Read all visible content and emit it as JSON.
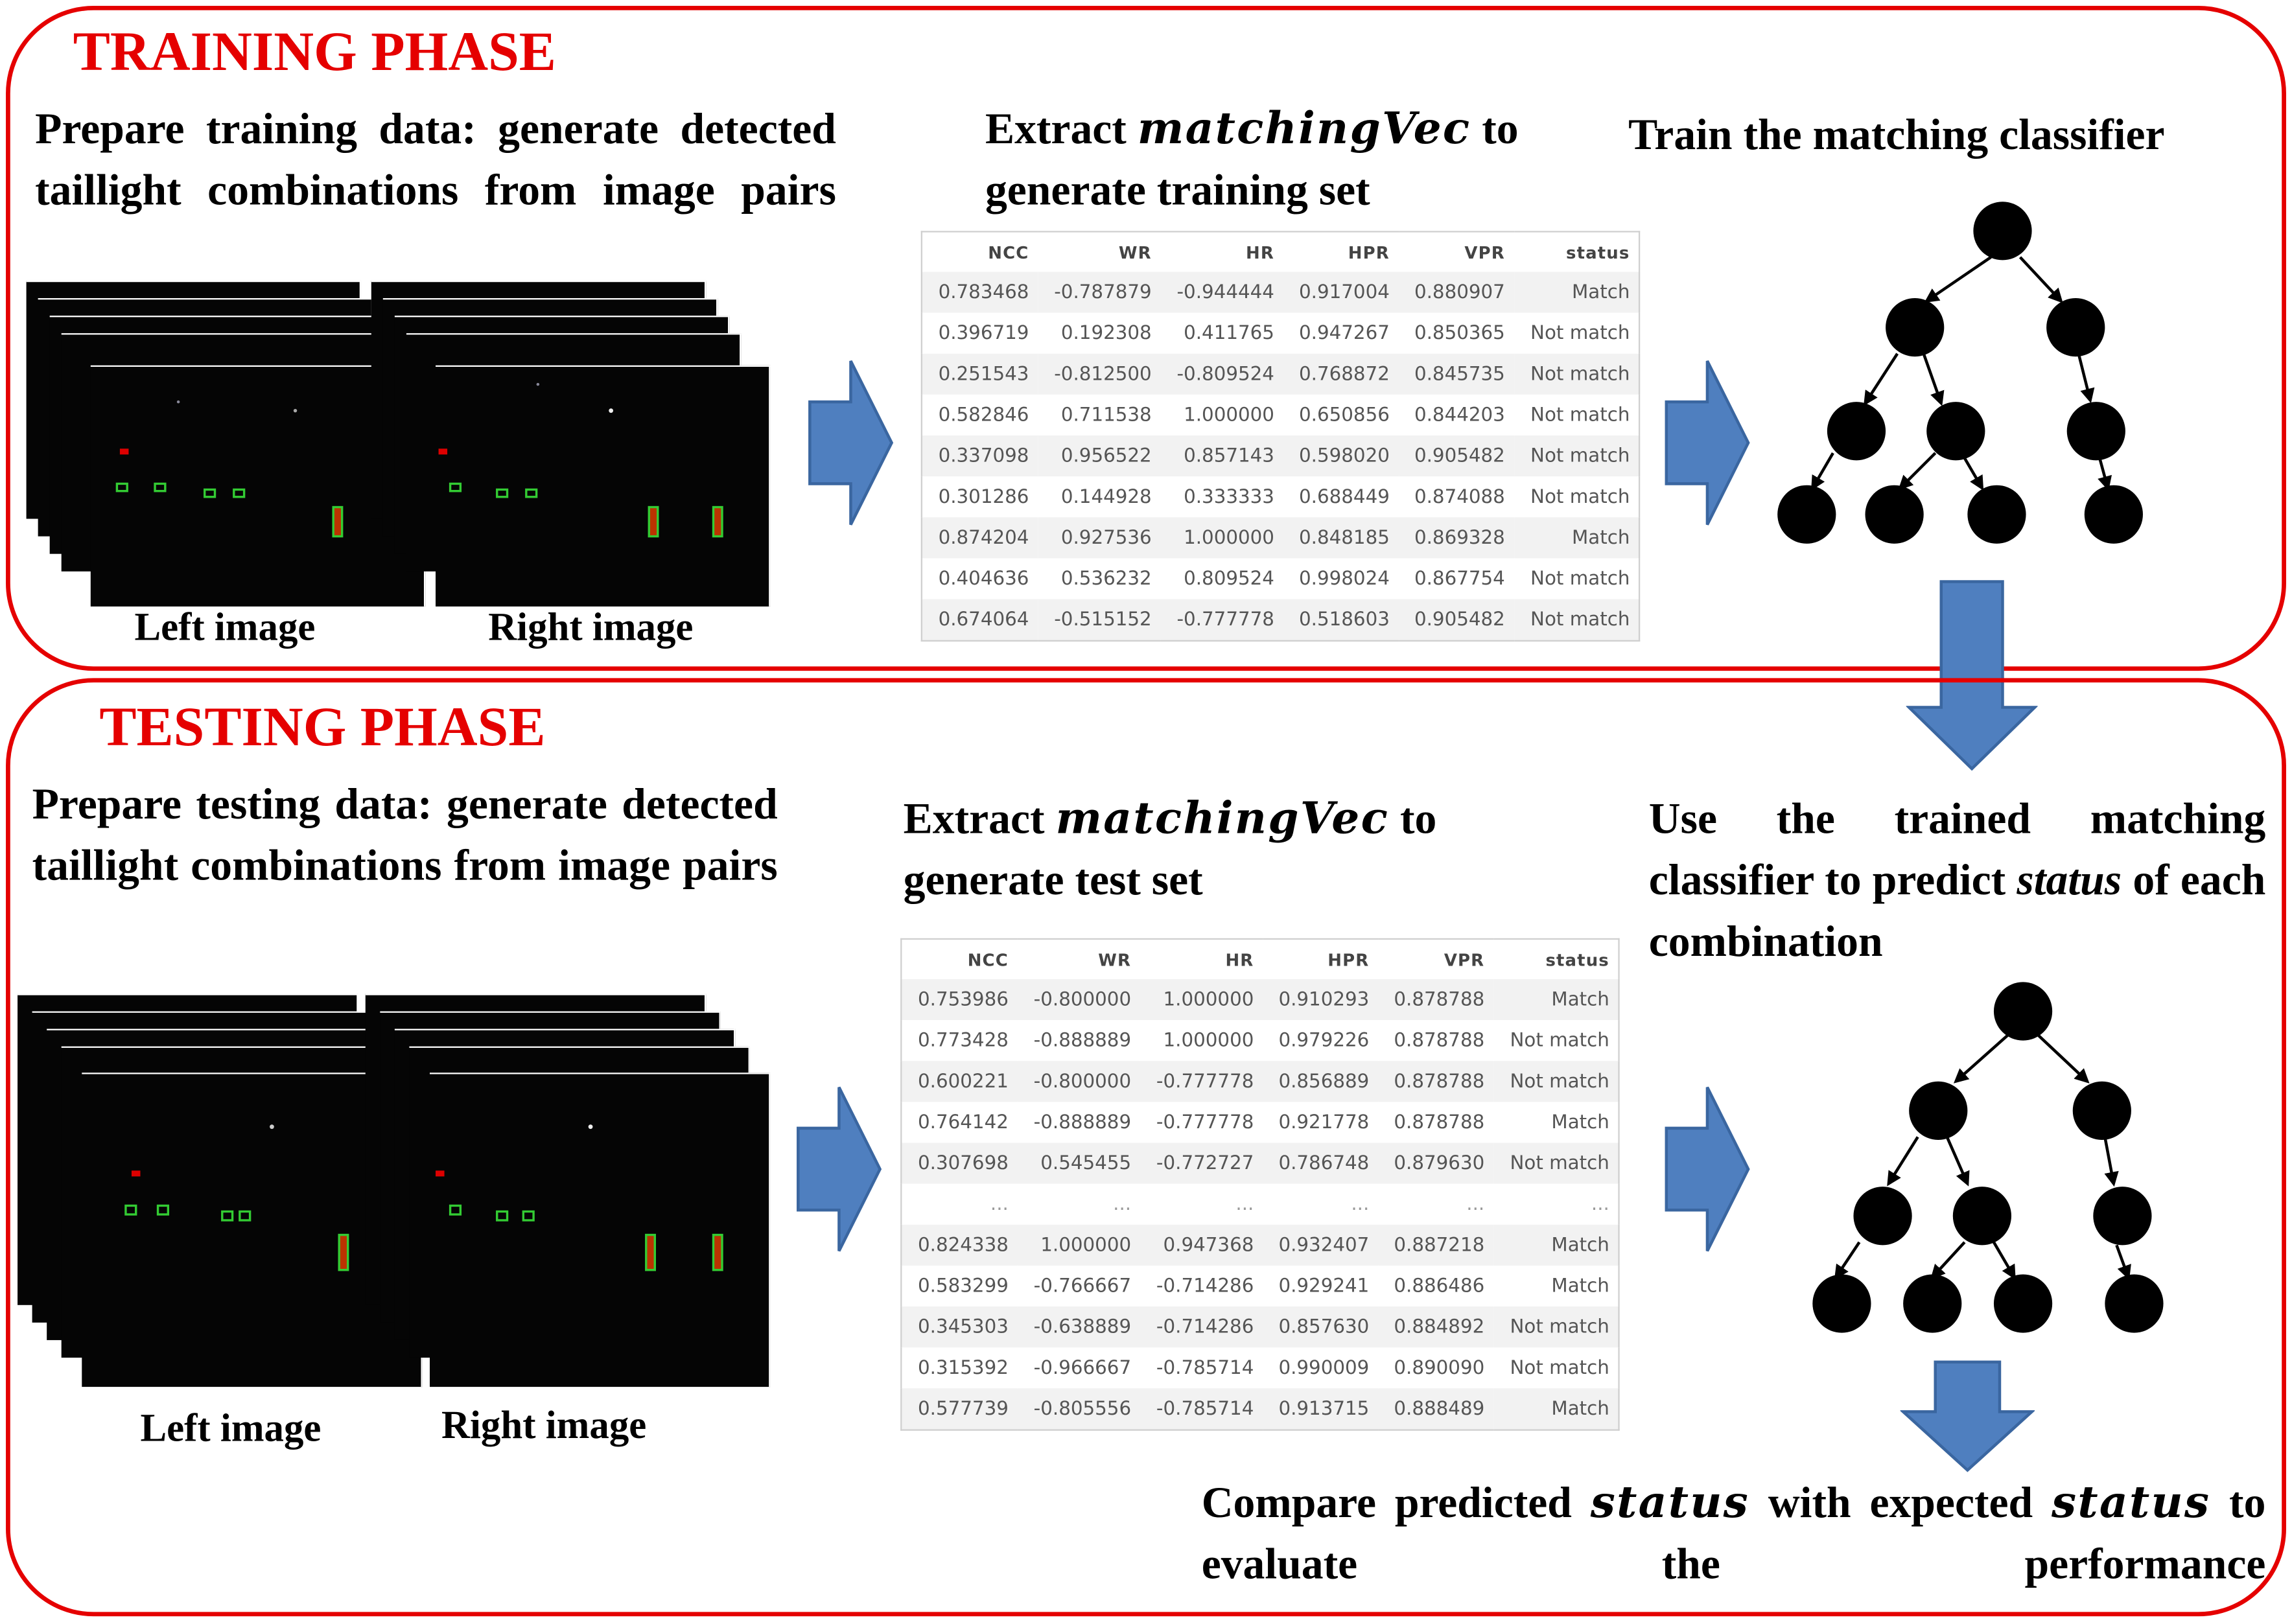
{
  "training": {
    "title": "TRAINING PHASE",
    "prepare_text": "Prepare training data: generate detected taillight combinations from image pairs",
    "extract_prefix": "Extract ",
    "extract_var": "matchingVec",
    "extract_suffix": " to generate training set",
    "train_text": "Train the matching classifier",
    "left_caption": "Left image",
    "right_caption": "Right image",
    "table": {
      "columns": [
        "NCC",
        "WR",
        "HR",
        "HPR",
        "VPR",
        "status"
      ],
      "rows": [
        [
          "0.783468",
          "-0.787879",
          "-0.944444",
          "0.917004",
          "0.880907",
          "Match"
        ],
        [
          "0.396719",
          "0.192308",
          "0.411765",
          "0.947267",
          "0.850365",
          "Not match"
        ],
        [
          "0.251543",
          "-0.812500",
          "-0.809524",
          "0.768872",
          "0.845735",
          "Not match"
        ],
        [
          "0.582846",
          "0.711538",
          "1.000000",
          "0.650856",
          "0.844203",
          "Not match"
        ],
        [
          "0.337098",
          "0.956522",
          "0.857143",
          "0.598020",
          "0.905482",
          "Not match"
        ],
        [
          "0.301286",
          "0.144928",
          "0.333333",
          "0.688449",
          "0.874088",
          "Not match"
        ],
        [
          "0.874204",
          "0.927536",
          "1.000000",
          "0.848185",
          "0.869328",
          "Match"
        ],
        [
          "0.404636",
          "0.536232",
          "0.809524",
          "0.998024",
          "0.867754",
          "Not match"
        ],
        [
          "0.674064",
          "-0.515152",
          "-0.777778",
          "0.518603",
          "0.905482",
          "Not match"
        ]
      ]
    }
  },
  "testing": {
    "title": "TESTING PHASE",
    "prepare_text": "Prepare testing data: generate detected taillight combinations from image pairs",
    "extract_prefix": "Extract ",
    "extract_var": "matchingVec",
    "extract_suffix": " to generate test set",
    "use_prefix": "Use the trained matching classifier to predict ",
    "use_var": "status",
    "use_suffix": " of each combination",
    "compare_prefix": "Compare predicted ",
    "compare_var1": "status",
    "compare_mid": " with expected ",
    "compare_var2": "status",
    "compare_suffix": " to evaluate the performance",
    "left_caption": "Left image",
    "right_caption": "Right image",
    "table": {
      "columns": [
        "NCC",
        "WR",
        "HR",
        "HPR",
        "VPR",
        "status"
      ],
      "rows": [
        [
          "0.753986",
          "-0.800000",
          "1.000000",
          "0.910293",
          "0.878788",
          "Match"
        ],
        [
          "0.773428",
          "-0.888889",
          "1.000000",
          "0.979226",
          "0.878788",
          "Not match"
        ],
        [
          "0.600221",
          "-0.800000",
          "-0.777778",
          "0.856889",
          "0.878788",
          "Not match"
        ],
        [
          "0.764142",
          "-0.888889",
          "-0.777778",
          "0.921778",
          "0.878788",
          "Match"
        ],
        [
          "0.307698",
          "0.545455",
          "-0.772727",
          "0.786748",
          "0.879630",
          "Not match"
        ],
        [
          "...",
          "...",
          "...",
          "...",
          "...",
          "..."
        ],
        [
          "0.824338",
          "1.000000",
          "0.947368",
          "0.932407",
          "0.887218",
          "Match"
        ],
        [
          "0.583299",
          "-0.766667",
          "-0.714286",
          "0.929241",
          "0.886486",
          "Match"
        ],
        [
          "0.345303",
          "-0.638889",
          "-0.714286",
          "0.857630",
          "0.884892",
          "Not match"
        ],
        [
          "0.315392",
          "-0.966667",
          "-0.785714",
          "0.990009",
          "0.890090",
          "Not match"
        ],
        [
          "0.577739",
          "-0.805556",
          "-0.785714",
          "0.913715",
          "0.888489",
          "Match"
        ]
      ]
    }
  },
  "colors": {
    "border_red": "#e50000",
    "arrow_blue": "#4f7fbf",
    "arrow_stroke": "#3a66a0",
    "node_black": "#000000"
  }
}
